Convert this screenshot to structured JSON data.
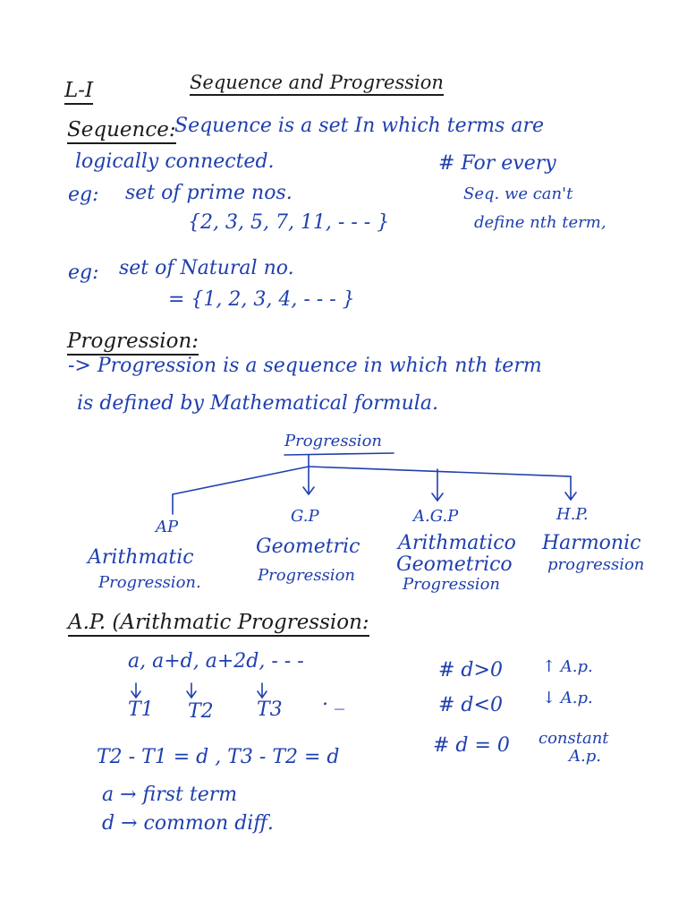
{
  "unit_label": "L-I",
  "title": "Sequence and Progression",
  "sequence": {
    "heading": "Sequence:",
    "def_line1": "Sequence is a set In which terms are",
    "def_line2": "logically connected.",
    "eg1_label": "eg:",
    "eg1_text": "set of prime nos.",
    "eg1_set": "{2, 3, 5, 7, 11, - - - }",
    "note_line1": "# For every",
    "note_line2": "Seq. we can't",
    "note_line3": "define nth term,",
    "eg2_label": "eg:",
    "eg2_text": "set of Natural no.",
    "eg2_set": "= {1, 2, 3, 4, - - - }"
  },
  "progression": {
    "heading": "Progression:",
    "def_line1": "-> Progression is a sequence in which nth term",
    "def_line2": "is defined by Mathematical formula.",
    "tree_root": "Progression",
    "branches": [
      {
        "abbr": "AP",
        "name_line1": "Arithmatic",
        "name_line2": "Progression."
      },
      {
        "abbr": "G.P",
        "name_line1": "Geometric",
        "name_line2": "Progression"
      },
      {
        "abbr": "A.G.P",
        "name_line1": "Arithmatico",
        "name_line2": "Geometrico",
        "name_line3": "Progression"
      },
      {
        "abbr": "H.P.",
        "name_line1": "Harmonic",
        "name_line2": "progression"
      }
    ]
  },
  "ap": {
    "heading": "A.P. (Arithmatic Progression:",
    "terms": "a, a+d, a+2d, - - -",
    "t1": "T1",
    "t2": "T2",
    "t3": "T3",
    "dots": ". _",
    "diff_eq": "T2 - T1 = d ,   T3 - T2 = d",
    "a_def": "a → first term",
    "d_def": "d → common diff.",
    "cases": [
      {
        "cond": "# d>0",
        "result": "↑ A.p."
      },
      {
        "cond": "# d<0",
        "result": "↓ A.p."
      },
      {
        "cond": "# d = 0",
        "result": "constant",
        "result2": "A.p."
      }
    ]
  }
}
